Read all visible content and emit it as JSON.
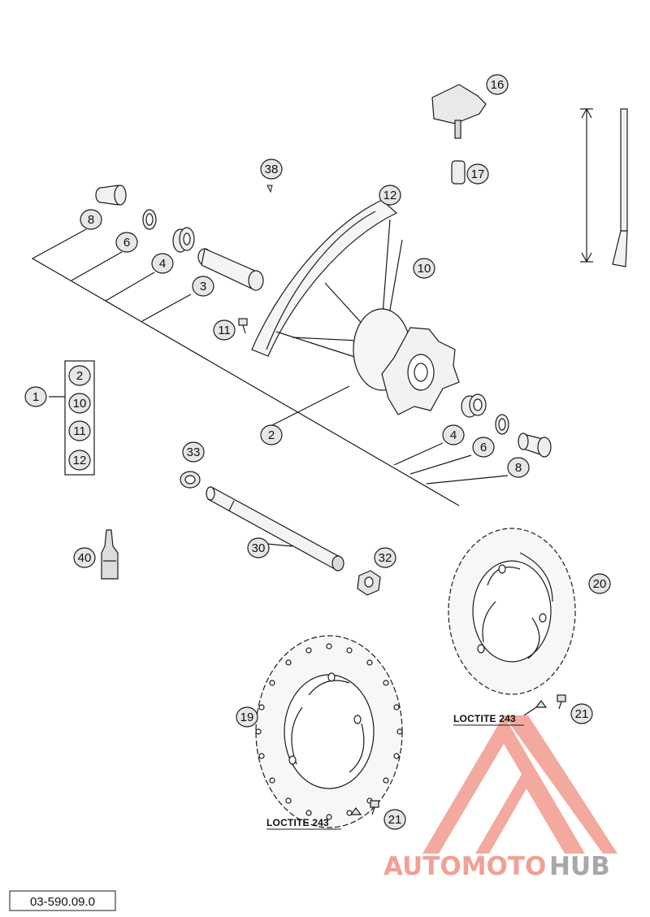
{
  "callouts": {
    "c1": "1",
    "c2a": "2",
    "c10a": "10",
    "c11a": "11",
    "c12a": "12",
    "c2": "2",
    "c3": "3",
    "c4l": "4",
    "c6l": "6",
    "c8l": "8",
    "c4r": "4",
    "c6r": "6",
    "c8r": "8",
    "c10": "10",
    "c11": "11",
    "c12": "12",
    "c16": "16",
    "c17": "17",
    "c19": "19",
    "c20": "20",
    "c21a": "21",
    "c21b": "21",
    "c30": "30",
    "c32": "32",
    "c33": "33",
    "c38": "38",
    "c40": "40"
  },
  "notes": {
    "loctite_top": "LOCTITE 243",
    "loctite_bottom": "LOCTITE 243"
  },
  "doc_number": "03-590.09.0",
  "watermark": {
    "part1": "AUTOMOTO",
    "part2": "HUB",
    "color_primary": "#f3a094",
    "color_secondary": "#a8a8a8"
  },
  "colors": {
    "line": "#1a1a1a",
    "callout_fill": "#e6e6e6"
  }
}
